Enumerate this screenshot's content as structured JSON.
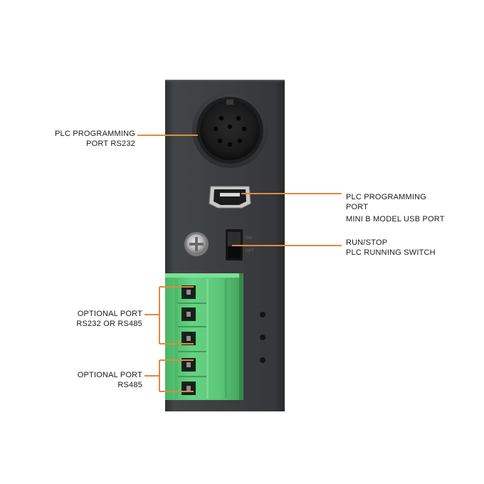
{
  "labels": {
    "rs232_port": {
      "line1": "PLC  PROGRAMMING",
      "line2": "PORT RS232"
    },
    "usb_port": {
      "line1": "PLC  PROGRAMMING",
      "line2": "PORT",
      "line3": "MINI B MODEL USB PORT"
    },
    "switch": {
      "line1": "RUN/STOP",
      "line2": "PLC   RUNNING SWITCH"
    },
    "optional_1": {
      "line1": "OPTIONAL PORT",
      "line2": "RS232 OR RS485"
    },
    "optional_2": {
      "line1": "OPTIONAL PORT",
      "line2": "RS485"
    }
  },
  "colors": {
    "callout": "#e08a3c",
    "housing": "#3d3f42",
    "terminal_green": "#5fc97a"
  },
  "icons": [
    "mini-din-connector-icon",
    "mini-usb-connector-icon",
    "toggle-switch-icon",
    "screw-icon",
    "terminal-block-icon"
  ]
}
